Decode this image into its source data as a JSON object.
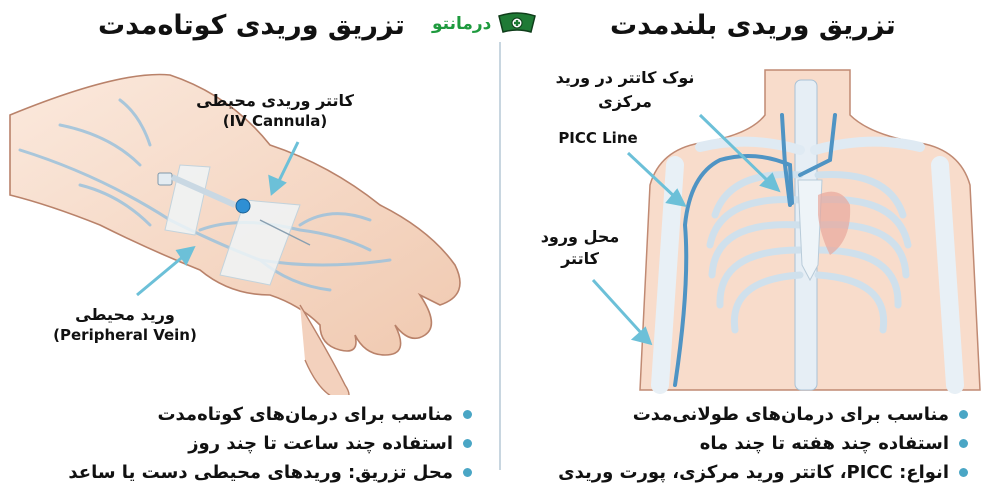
{
  "brand": {
    "name": "درمانتو",
    "icon": "nurse-cap-icon",
    "color": "#1e9a3e"
  },
  "left_panel": {
    "title": "تزریق وریدی کوتاه‌مدت",
    "illustration": "hand-with-iv-cannula",
    "labels": [
      {
        "fa": "کاتتر وریدی محیطی",
        "en": "(IV Cannula)"
      },
      {
        "fa": "ورید محیطی",
        "en": "(Peripheral Vein)"
      }
    ],
    "bullets": [
      "مناسب برای درمان‌های کوتاه‌مدت",
      "استفاده چند ساعت تا چند روز",
      "محل تزریق: وریدهای محیطی دست یا ساعد"
    ]
  },
  "right_panel": {
    "title": "تزریق وریدی بلندمدت",
    "illustration": "chest-with-picc-line",
    "labels": [
      {
        "fa": "نوک کاتتر در ورید مرکزی"
      },
      {
        "en": "PICC Line"
      },
      {
        "fa": "محل ورود کاتتر"
      }
    ],
    "bullets": [
      "مناسب برای درمان‌های طولانی‌مدت",
      "استفاده چند هفته تا چند ماه",
      "انواع: PICC، کاتتر ورید مرکزی، پورت وریدی"
    ]
  },
  "colors": {
    "bullet": "#4aa6c5",
    "arrow": "#6cc0d8",
    "vein": "#8fb8d4",
    "skin": "#f6d9c8",
    "bone": "#dfeaf3",
    "divider": "#c8d6e0"
  }
}
